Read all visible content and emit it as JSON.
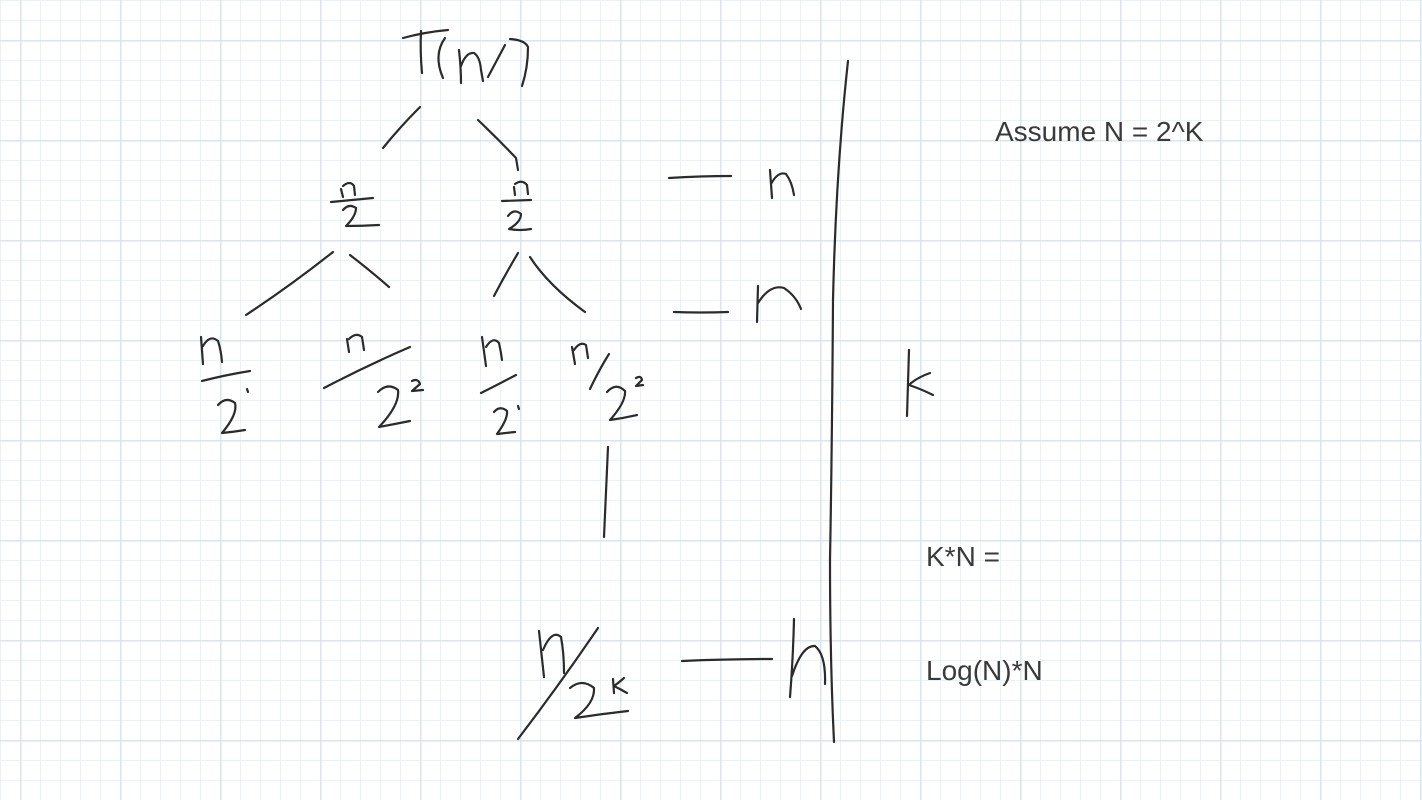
{
  "typed_notes": {
    "assumption": "Assume N = 2^K",
    "result_line1": "K*N =",
    "result_line2": "Log(N)*N"
  },
  "handwritten": {
    "root": "T(n)",
    "level1_nodes": [
      "n/2",
      "n/2"
    ],
    "level2_nodes": [
      "n/2^2",
      "n/2^2",
      "n/2^2",
      "n/2^2"
    ],
    "leaf_node": "n/2^k",
    "level_costs": [
      "n",
      "n",
      "n"
    ],
    "depth_label": "k"
  },
  "colors": {
    "ink": "#2b2b2b",
    "typed_text": "#3a3a3a",
    "grid_major": "#d6e6f2",
    "grid_minor": "#eaf2f8",
    "paper": "#ffffff"
  }
}
